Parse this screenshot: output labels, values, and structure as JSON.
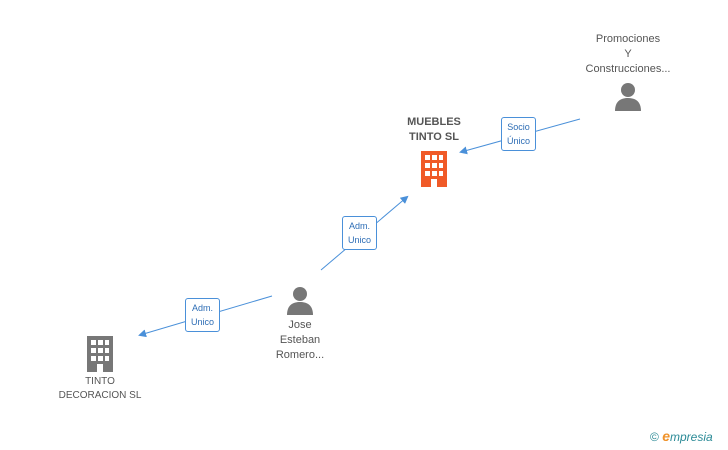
{
  "nodes": {
    "muebles": {
      "label": "MUEBLES\nTINTO SL",
      "color": "#f05a28"
    },
    "promociones": {
      "label": "Promociones\nY\nConstrucciones..."
    },
    "jose": {
      "label": "Jose\nEsteban\nRomero..."
    },
    "tinto_decoracion": {
      "label": "TINTO\nDECORACION SL"
    }
  },
  "edges": {
    "promociones_muebles": {
      "label": "Socio\nÚnico"
    },
    "jose_muebles": {
      "label": "Adm.\nUnico"
    },
    "jose_tinto": {
      "label": "Adm.\nUnico"
    }
  },
  "branding": {
    "copyright": "©",
    "e": "e",
    "rest": "mpresia"
  },
  "colors": {
    "edge": "#4a90d9",
    "person": "#777777",
    "building_grey": "#777777",
    "building_main": "#f05a28"
  }
}
